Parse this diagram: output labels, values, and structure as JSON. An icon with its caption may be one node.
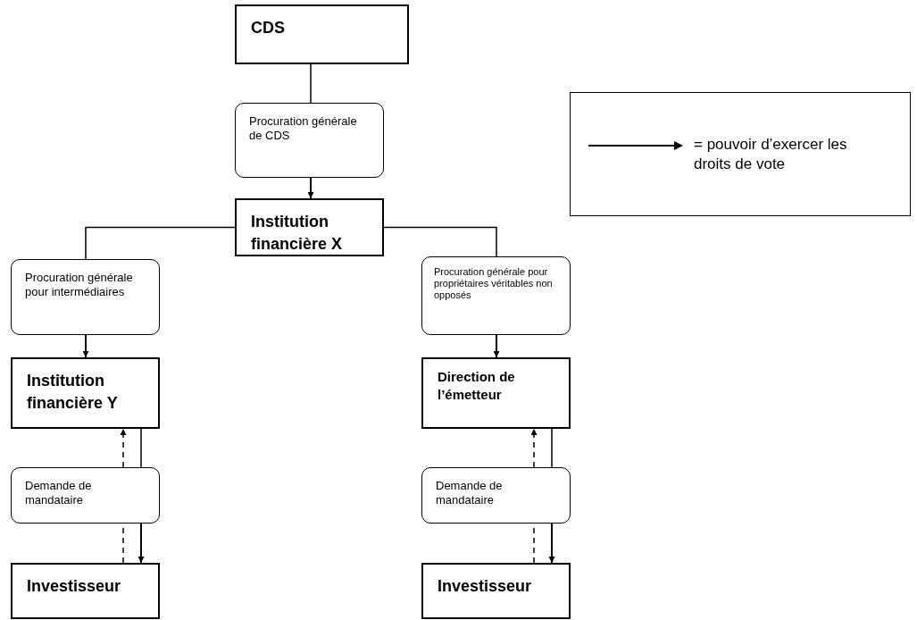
{
  "diagram": {
    "nodes": [
      {
        "text": [
          "CDS"
        ]
      },
      {
        "text": [
          "Procuration générale de CDS"
        ]
      },
      {
        "text": [
          "Institution financière X"
        ]
      },
      {
        "text": [
          "Procuration générale pour intermédiaires"
        ]
      },
      {
        "text": [
          "Procuration générale pour propriétaires véritables non opposés"
        ]
      },
      {
        "text": [
          "Institution financière Y"
        ]
      },
      {
        "text": [
          "Direction de l’émetteur"
        ]
      },
      {
        "text": [
          "Demande de mandataire"
        ]
      },
      {
        "text": [
          "Demande de mandataire"
        ]
      },
      {
        "text": [
          "Investisseur"
        ]
      },
      {
        "text": [
          "Investisseur"
        ]
      }
    ],
    "edges": [
      {
        "from": 0,
        "to": 1,
        "arrow": "none"
      },
      {
        "from": 1,
        "to": 2,
        "arrow": "to"
      },
      {
        "from": 2,
        "to": 3,
        "arrow": "none"
      },
      {
        "from": 2,
        "to": 4,
        "arrow": "none"
      },
      {
        "from": 3,
        "to": 5,
        "arrow": "to"
      },
      {
        "from": 4,
        "to": 6,
        "arrow": "to"
      },
      {
        "from": 5,
        "to": 7,
        "arrow": "none"
      },
      {
        "from": 7,
        "to": 9,
        "arrow": "to"
      },
      {
        "from": 7,
        "to": 5,
        "arrow": "to",
        "style": "dashed"
      },
      {
        "from": 9,
        "to": 7,
        "arrow": "none",
        "style": "dashed"
      },
      {
        "from": 6,
        "to": 8,
        "arrow": "none"
      },
      {
        "from": 8,
        "to": 10,
        "arrow": "to"
      },
      {
        "from": 8,
        "to": 6,
        "arrow": "to",
        "style": "dashed"
      },
      {
        "from": 10,
        "to": 8,
        "arrow": "none",
        "style": "dashed"
      }
    ],
    "legend": [
      {
        "text": "= pouvoir d’exercer les droits de vote"
      }
    ]
  }
}
